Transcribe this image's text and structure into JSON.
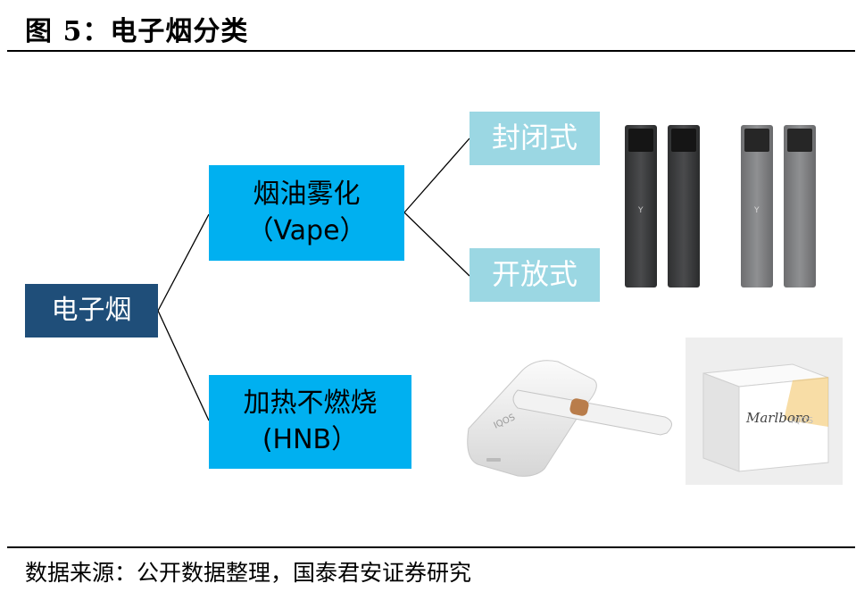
{
  "figure": {
    "title": "图 5：电子烟分类",
    "source": "数据来源：公开数据整理，国泰君安证券研究"
  },
  "tree": {
    "root": "电子烟",
    "vape": {
      "line1": "烟油雾化",
      "line2": "（Vape）"
    },
    "hnb": {
      "line1": "加热不燃烧",
      "line2": "(HNB）"
    },
    "closed": "封闭式",
    "open": "开放式"
  },
  "images": {
    "vape_devices": "vape-pod-devices",
    "iqos_device": "iqos-heating-device",
    "marlboro_pack": "marlboro-heatsticks-pack",
    "pack_brand": "Marlboro",
    "device_brand": "IQOS"
  }
}
